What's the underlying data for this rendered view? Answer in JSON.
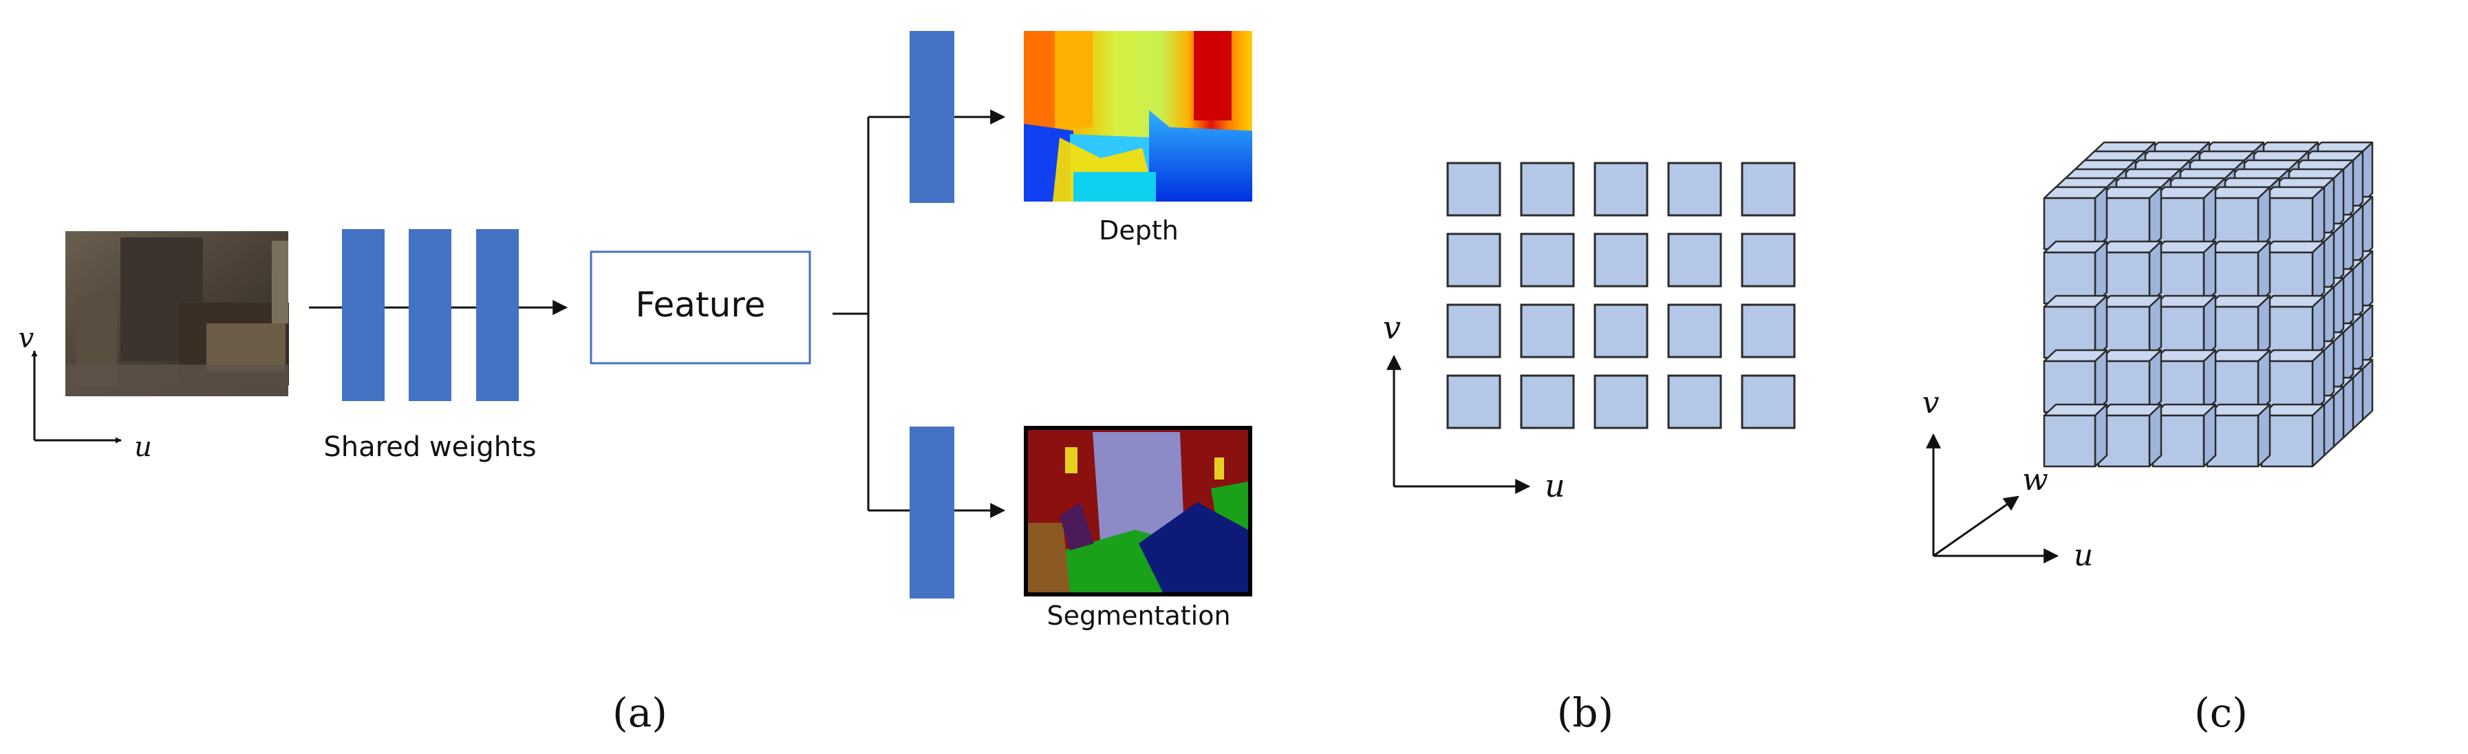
{
  "panel_a": {
    "shared_label": "Shared weights",
    "feature_label": "Feature",
    "depth_label": "Depth",
    "segmentation_label": "Segmentation",
    "axis_u": "u",
    "axis_v": "v",
    "caption": "(a)"
  },
  "panel_b": {
    "axis_u": "u",
    "axis_v": "v",
    "caption": "(b)",
    "grid": {
      "rows": 4,
      "cols": 5
    }
  },
  "panel_c": {
    "axis_u": "u",
    "axis_v": "v",
    "axis_w": "w",
    "caption": "(c)",
    "grid": {
      "cols": 5,
      "rows": 5,
      "depth": 6
    }
  },
  "colors": {
    "block_blue": "#4472c4",
    "tile_fill": "#b4c7e7",
    "tile_stroke": "#2b2b2b",
    "feature_border": "#4472c4",
    "seg_red": "#8b1010",
    "seg_lavender": "#8d8ac8",
    "seg_green": "#1aa11a",
    "seg_navy": "#0c1a78",
    "seg_brown": "#8a5a22",
    "seg_purple": "#4a1a5a"
  }
}
